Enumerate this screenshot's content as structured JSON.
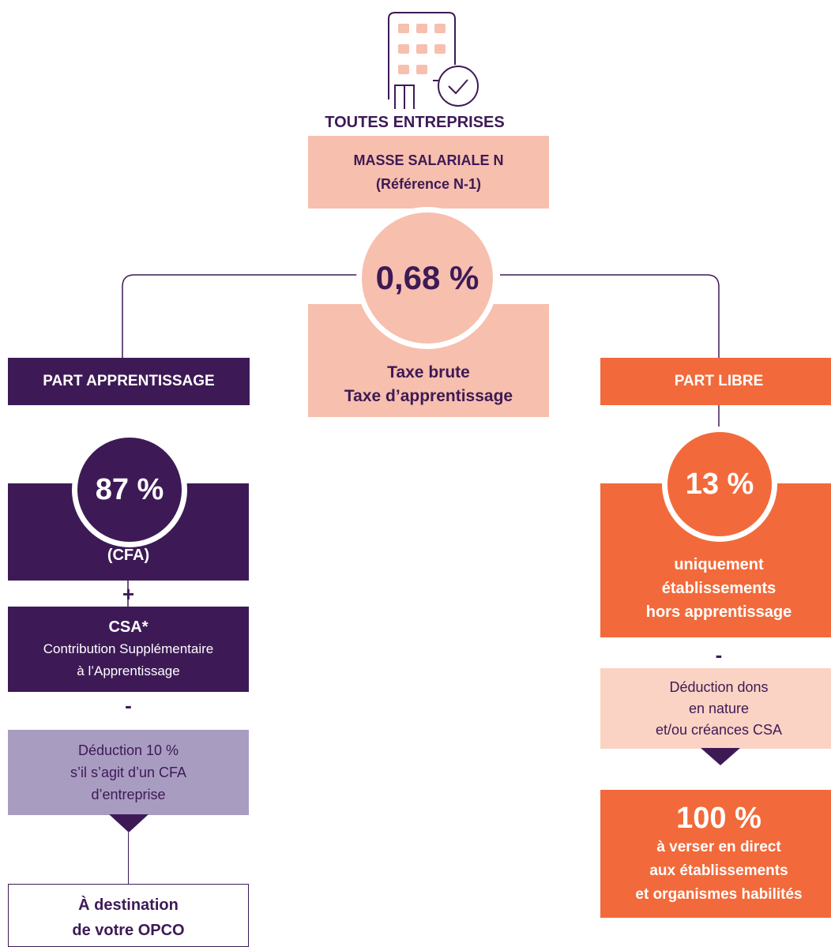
{
  "colors": {
    "dark_purple": "#3d1a56",
    "orange": "#f26a3b",
    "salmon": "#f7bfad",
    "light_salmon": "#fbd3c4",
    "lavender": "#a99cc1",
    "line": "#3d1a56"
  },
  "header": {
    "icon": "building-check-icon",
    "title": "TOUTES ENTREPRISES"
  },
  "center": {
    "masse_line1": "MASSE SALARIALE N",
    "masse_line2": "(Référence N-1)",
    "rate": "0,68 %",
    "taxe_line1": "Taxe brute",
    "taxe_line2": "Taxe d’apprentissage"
  },
  "left": {
    "header": "PART APPRENTISSAGE",
    "pct": "87 %",
    "cfa": "(CFA)",
    "plus": "+",
    "csa_title": "CSA*",
    "csa_line1": "Contribution Supplémentaire",
    "csa_line2": "à l’Apprentissage",
    "minus": "-",
    "deduction_line1": "Déduction 10 %",
    "deduction_line2": "s’il s’agit d’un CFA",
    "deduction_line3": "d’entreprise",
    "dest_line1": "À destination",
    "dest_line2": "de votre OPCO"
  },
  "right": {
    "header": "PART LIBRE",
    "pct": "13 %",
    "desc_line1": "uniquement",
    "desc_line2": "établissements",
    "desc_line3": "hors apprentissage",
    "minus": "-",
    "deduction_line1": "Déduction dons",
    "deduction_line2": "en nature",
    "deduction_line3": "et/ou créances CSA",
    "final_pct": "100 %",
    "final_line1": "à verser en direct",
    "final_line2": "aux établissements",
    "final_line3": "et organismes habilités"
  }
}
